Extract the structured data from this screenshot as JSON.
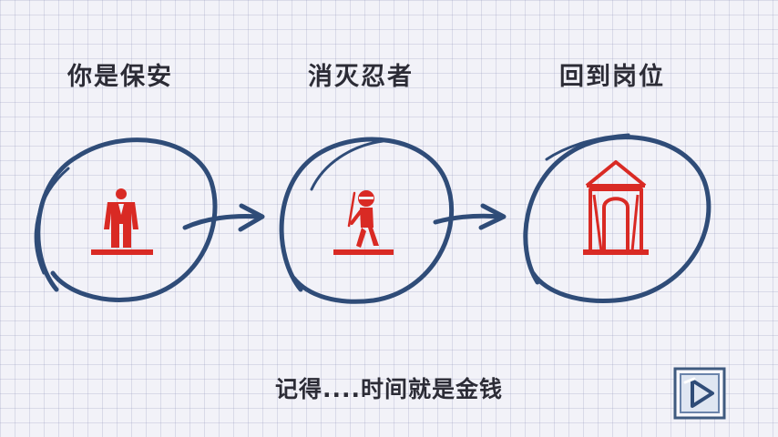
{
  "steps": [
    {
      "title": "你是保安",
      "icon": "security-guard-icon"
    },
    {
      "title": "消灭忍者",
      "icon": "ninja-icon"
    },
    {
      "title": "回到岗位",
      "icon": "guard-post-icon"
    }
  ],
  "caption": "记得....时间就是金钱",
  "play_button": {
    "icon": "play-icon"
  },
  "colors": {
    "ink": "#2f4c78",
    "accent": "#d92a24",
    "text": "#2c2c36",
    "paper": "#f2f2f8"
  }
}
